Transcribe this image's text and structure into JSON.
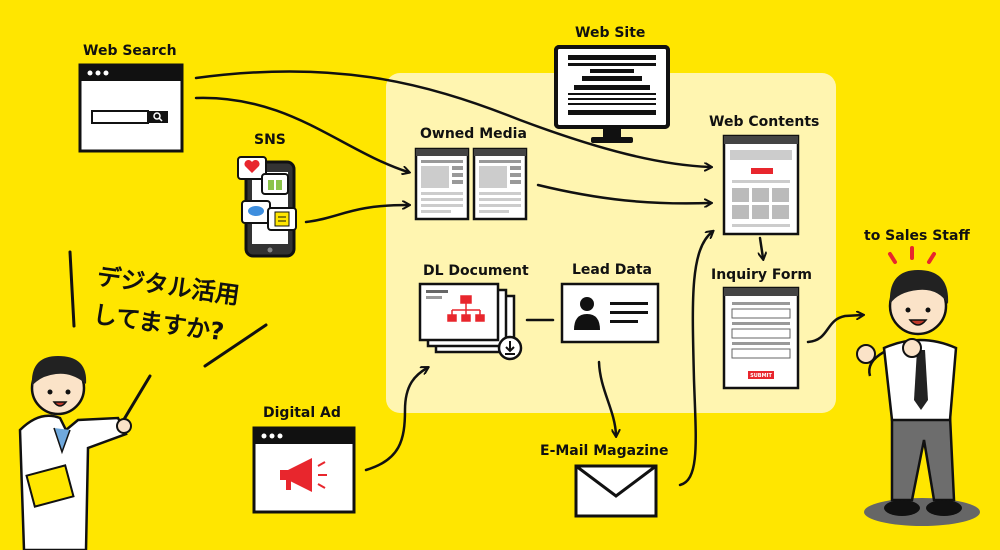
{
  "colors": {
    "background": "#FFE600",
    "highlight": "#FFF5B0",
    "accent_red": "#E8262D",
    "outline": "#111111"
  },
  "labels": {
    "web_search": "Web Search",
    "web_site": "Web Site",
    "sns": "SNS",
    "owned_media": "Owned Media",
    "web_contents": "Web Contents",
    "inquiry_form": "Inquiry Form",
    "to_sales_staff": "to Sales Staff",
    "dl_document": "DL Document",
    "lead_data": "Lead Data",
    "digital_ad": "Digital Ad",
    "email_magazine": "E-Mail Magazine"
  },
  "speech": {
    "line1": "デジタル活用",
    "line2": "してますか?"
  },
  "inquiry_form_button": "SUBMIT",
  "icons": [
    "search-icon",
    "heart-icon",
    "gift-icon",
    "chat-icon",
    "note-icon",
    "megaphone-icon",
    "envelope-icon",
    "download-icon",
    "user-card-icon",
    "org-chart-icon"
  ]
}
